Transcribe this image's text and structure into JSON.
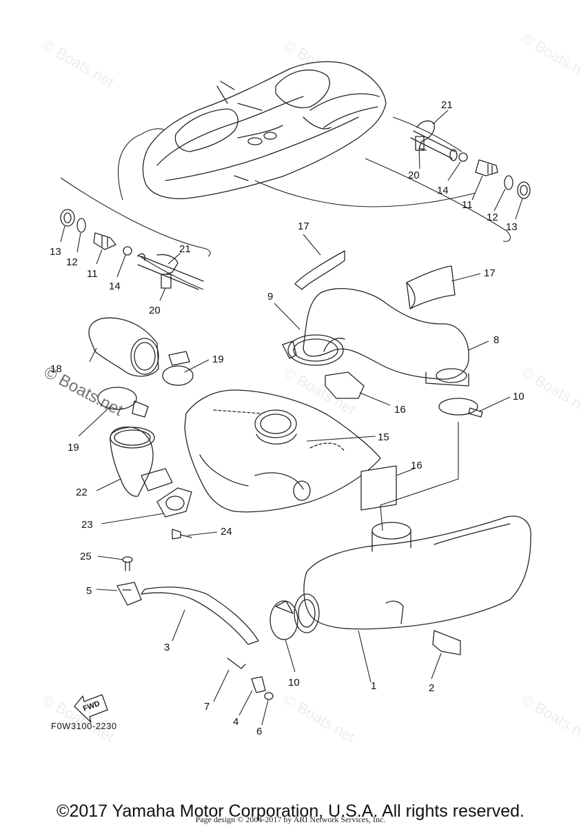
{
  "watermark": "© Boats.net",
  "diagram_code": "F0W3100-2230",
  "fwd_label": "FWD",
  "copyright": "©2017 Yamaha Motor Corporation, U.S.A. All rights reserved.",
  "page_design": "Page design © 2004-2017 by ARI Network Services, Inc.",
  "callouts": [
    "1",
    "2",
    "3",
    "4",
    "5",
    "6",
    "7",
    "8",
    "9",
    "10",
    "10",
    "11",
    "11",
    "12",
    "12",
    "13",
    "13",
    "14",
    "14",
    "15",
    "16",
    "16",
    "17",
    "17",
    "18",
    "19",
    "19",
    "20",
    "20",
    "21",
    "21",
    "22",
    "23",
    "24",
    "25"
  ]
}
